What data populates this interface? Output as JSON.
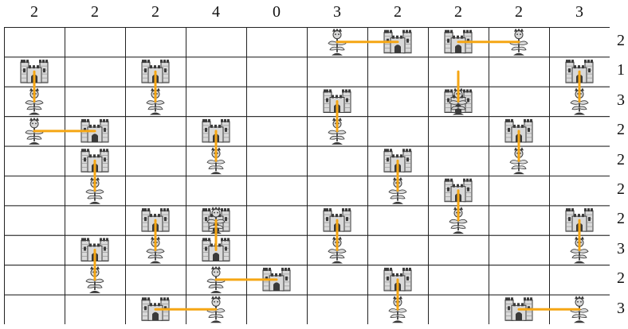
{
  "column_clues": [
    "2",
    "2",
    "2",
    "4",
    "0",
    "3",
    "2",
    "2",
    "2",
    "3"
  ],
  "row_clues": [
    "2",
    "1",
    "3",
    "2",
    "2",
    "2",
    "2",
    "3",
    "2",
    "3"
  ],
  "grid": {
    "rows": 10,
    "cols": 10
  },
  "colors": {
    "line": "#222222",
    "link": "#f5a614",
    "piece_light": "#d9d9d9",
    "piece_dark": "#3a3a3a"
  },
  "pieces": {
    "castles": [
      [
        0,
        6
      ],
      [
        0,
        7
      ],
      [
        1,
        0
      ],
      [
        1,
        2
      ],
      [
        1,
        9
      ],
      [
        2,
        5
      ],
      [
        2,
        7
      ],
      [
        3,
        1
      ],
      [
        3,
        3
      ],
      [
        3,
        8
      ],
      [
        4,
        1
      ],
      [
        4,
        6
      ],
      [
        5,
        7
      ],
      [
        6,
        2
      ],
      [
        6,
        3
      ],
      [
        6,
        5
      ],
      [
        6,
        9
      ],
      [
        7,
        1
      ],
      [
        7,
        3
      ],
      [
        8,
        4
      ],
      [
        8,
        6
      ],
      [
        9,
        2
      ],
      [
        9,
        8
      ]
    ],
    "kings": [
      [
        0,
        5
      ],
      [
        0,
        8
      ],
      [
        2,
        0
      ],
      [
        2,
        2
      ],
      [
        2,
        7
      ],
      [
        2,
        9
      ],
      [
        3,
        0
      ],
      [
        3,
        5
      ],
      [
        4,
        3
      ],
      [
        4,
        8
      ],
      [
        5,
        1
      ],
      [
        5,
        6
      ],
      [
        6,
        3
      ],
      [
        6,
        7
      ],
      [
        7,
        2
      ],
      [
        7,
        5
      ],
      [
        7,
        9
      ],
      [
        8,
        1
      ],
      [
        8,
        3
      ],
      [
        9,
        3
      ],
      [
        9,
        6
      ],
      [
        9,
        9
      ]
    ]
  },
  "links": [
    [
      [
        0,
        5
      ],
      [
        0,
        6
      ]
    ],
    [
      [
        0,
        7
      ],
      [
        0,
        8
      ]
    ],
    [
      [
        1,
        0
      ],
      [
        2,
        0
      ]
    ],
    [
      [
        1,
        2
      ],
      [
        2,
        2
      ]
    ],
    [
      [
        1,
        7
      ],
      [
        2,
        7
      ]
    ],
    [
      [
        1,
        9
      ],
      [
        2,
        9
      ]
    ],
    [
      [
        2,
        5
      ],
      [
        3,
        5
      ]
    ],
    [
      [
        3,
        0
      ],
      [
        3,
        1
      ]
    ],
    [
      [
        3,
        3
      ],
      [
        4,
        3
      ]
    ],
    [
      [
        3,
        8
      ],
      [
        4,
        8
      ]
    ],
    [
      [
        4,
        1
      ],
      [
        5,
        1
      ]
    ],
    [
      [
        4,
        6
      ],
      [
        5,
        6
      ]
    ],
    [
      [
        5,
        7
      ],
      [
        6,
        7
      ]
    ],
    [
      [
        6,
        2
      ],
      [
        7,
        2
      ]
    ],
    [
      [
        6,
        3
      ],
      [
        7,
        3
      ]
    ],
    [
      [
        6,
        5
      ],
      [
        7,
        5
      ]
    ],
    [
      [
        6,
        9
      ],
      [
        7,
        9
      ]
    ],
    [
      [
        7,
        1
      ],
      [
        8,
        1
      ]
    ],
    [
      [
        8,
        3
      ],
      [
        8,
        4
      ]
    ],
    [
      [
        8,
        6
      ],
      [
        9,
        6
      ]
    ],
    [
      [
        9,
        2
      ],
      [
        9,
        3
      ]
    ],
    [
      [
        9,
        8
      ],
      [
        9,
        9
      ]
    ]
  ]
}
